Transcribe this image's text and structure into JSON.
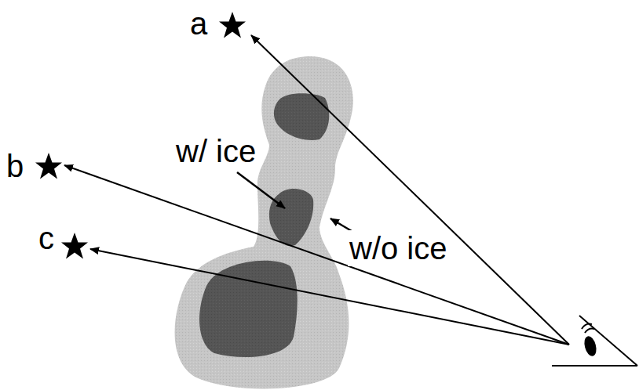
{
  "diagram": {
    "labels": [
      "a",
      "b",
      "c",
      "w/ ice",
      "w/o ice"
    ]
  }
}
